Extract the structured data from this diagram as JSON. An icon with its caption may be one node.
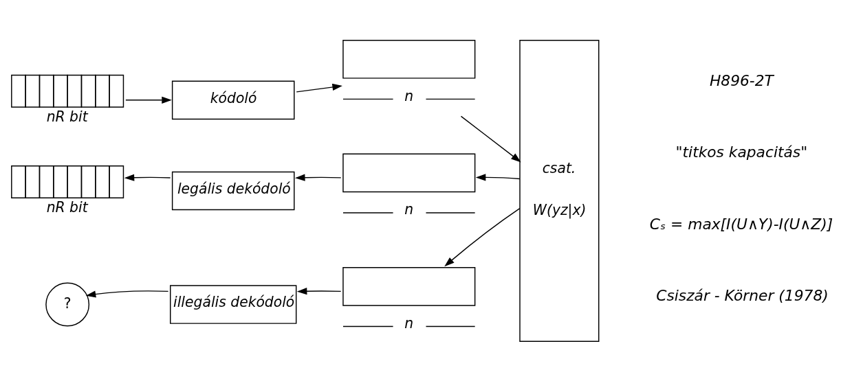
{
  "diagram": {
    "nodes": [
      {
        "text": [],
        "shape": "box",
        "beside": [
          "nR bit"
        ]
      },
      {
        "text": [
          "kódoló"
        ]
      },
      {
        "text": [],
        "shape": "box",
        "beside": [
          "n"
        ]
      },
      {
        "text": [
          "csat.",
          "W(yz|x)"
        ]
      },
      {
        "text": [],
        "shape": "box",
        "beside": [
          "nR bit"
        ]
      },
      {
        "text": [
          "legális dekódoló"
        ]
      },
      {
        "text": [],
        "shape": "box",
        "beside": [
          "n"
        ]
      },
      {
        "text": [
          "?"
        ]
      },
      {
        "text": [
          "illegális dekódoló"
        ]
      },
      {
        "text": [],
        "shape": "box",
        "beside": [
          "n"
        ]
      }
    ],
    "edges": [
      {
        "from": 0,
        "to": 1,
        "arrow": "to"
      },
      {
        "from": 1,
        "to": 2,
        "arrow": "to"
      },
      {
        "from": 2,
        "to": 3,
        "arrow": "to"
      },
      {
        "from": 3,
        "to": 6,
        "arrow": "to"
      },
      {
        "from": 6,
        "to": 5,
        "arrow": "to"
      },
      {
        "from": 5,
        "to": 4,
        "arrow": "to"
      },
      {
        "from": 3,
        "to": 9,
        "arrow": "to"
      },
      {
        "from": 9,
        "to": 8,
        "arrow": "to"
      },
      {
        "from": 8,
        "to": 7,
        "arrow": "to"
      }
    ],
    "labels": [
      "H896-2T",
      "\"titkos kapacitás\"",
      "Cₛ = max[I(U∧Y)-I(U∧Z)]",
      "Csiszár - Körner (1978)"
    ]
  }
}
